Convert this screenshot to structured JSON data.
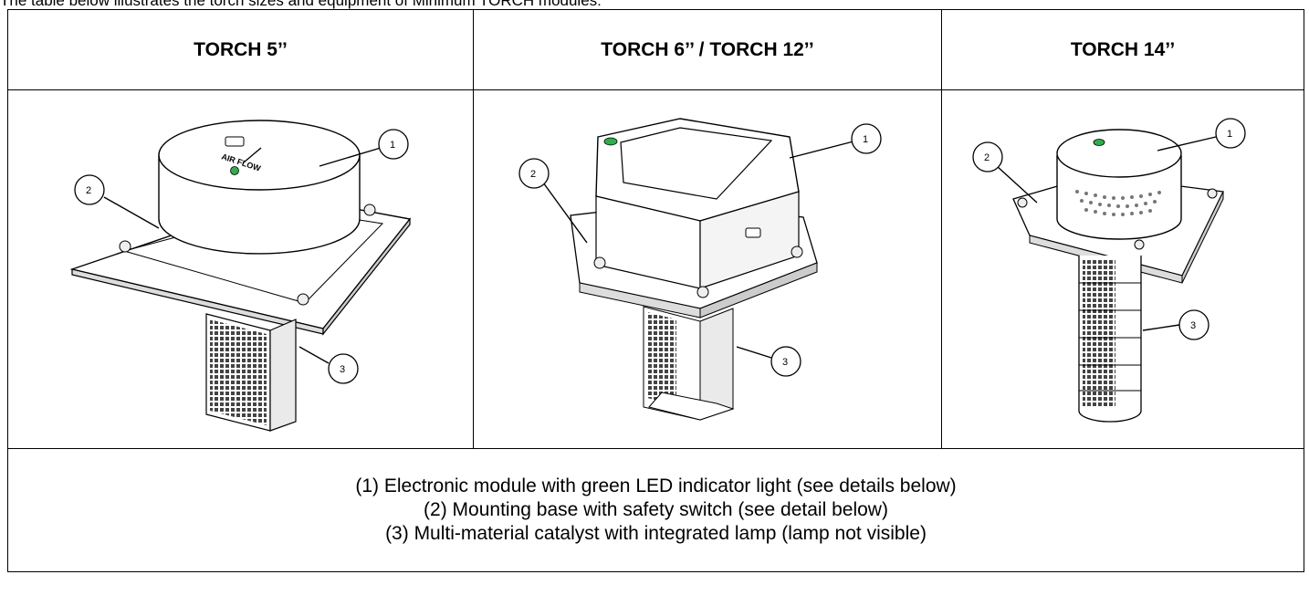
{
  "intro_text": "The table below illustrates the torch sizes and equipment of Minimum TORCH modules:",
  "headers": [
    "TORCH 5’’",
    "TORCH  6’’ / TORCH 12’’",
    "TORCH 14’’"
  ],
  "callouts": [
    "1",
    "2",
    "3"
  ],
  "air_flow_label": "AIR FLOW",
  "legend": [
    "(1) Electronic module with green LED indicator light (see details below)",
    "(2) Mounting base with safety switch (see detail below)",
    "(3) Multi-material catalyst with integrated lamp (lamp not visible)"
  ],
  "colors": {
    "led": "#2fae4a",
    "border": "#000000"
  }
}
